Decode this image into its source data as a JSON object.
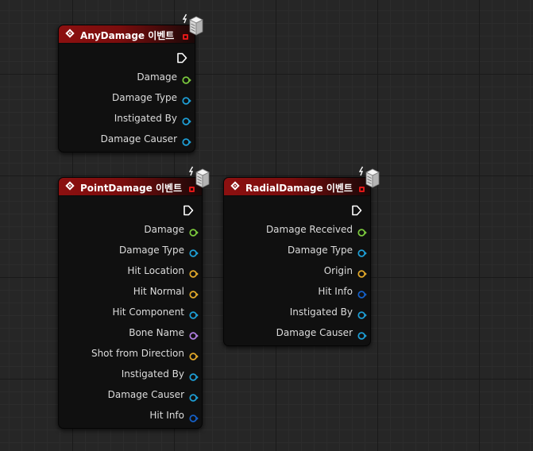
{
  "nodes": {
    "any": {
      "title": "AnyDamage 이벤트",
      "pins": [
        {
          "label": "Damage",
          "color": "#7bc93d"
        },
        {
          "label": "Damage Type",
          "color": "#1e9fd6"
        },
        {
          "label": "Instigated By",
          "color": "#1e9fd6"
        },
        {
          "label": "Damage Causer",
          "color": "#1e9fd6"
        }
      ]
    },
    "point": {
      "title": "PointDamage 이벤트",
      "pins": [
        {
          "label": "Damage",
          "color": "#7bc93d"
        },
        {
          "label": "Damage Type",
          "color": "#1e9fd6"
        },
        {
          "label": "Hit Location",
          "color": "#e2a82a"
        },
        {
          "label": "Hit Normal",
          "color": "#e2a82a"
        },
        {
          "label": "Hit Component",
          "color": "#1e9fd6"
        },
        {
          "label": "Bone Name",
          "color": "#b07ee0"
        },
        {
          "label": "Shot from Direction",
          "color": "#e2a82a"
        },
        {
          "label": "Instigated By",
          "color": "#1e9fd6"
        },
        {
          "label": "Damage Causer",
          "color": "#1e9fd6"
        },
        {
          "label": "Hit Info",
          "color": "#1560c8"
        }
      ]
    },
    "radial": {
      "title": "RadialDamage 이벤트",
      "pins": [
        {
          "label": "Damage Received",
          "color": "#7bc93d"
        },
        {
          "label": "Damage Type",
          "color": "#1e9fd6"
        },
        {
          "label": "Origin",
          "color": "#e2a82a"
        },
        {
          "label": "Hit Info",
          "color": "#1560c8"
        },
        {
          "label": "Instigated By",
          "color": "#1e9fd6"
        },
        {
          "label": "Damage Causer",
          "color": "#1e9fd6"
        }
      ]
    }
  },
  "icons": {
    "header": "event-diamond-icon",
    "delegate": "delegate-pin-icon",
    "network": "server-network-icon",
    "exec": "exec-output-pin-icon"
  }
}
